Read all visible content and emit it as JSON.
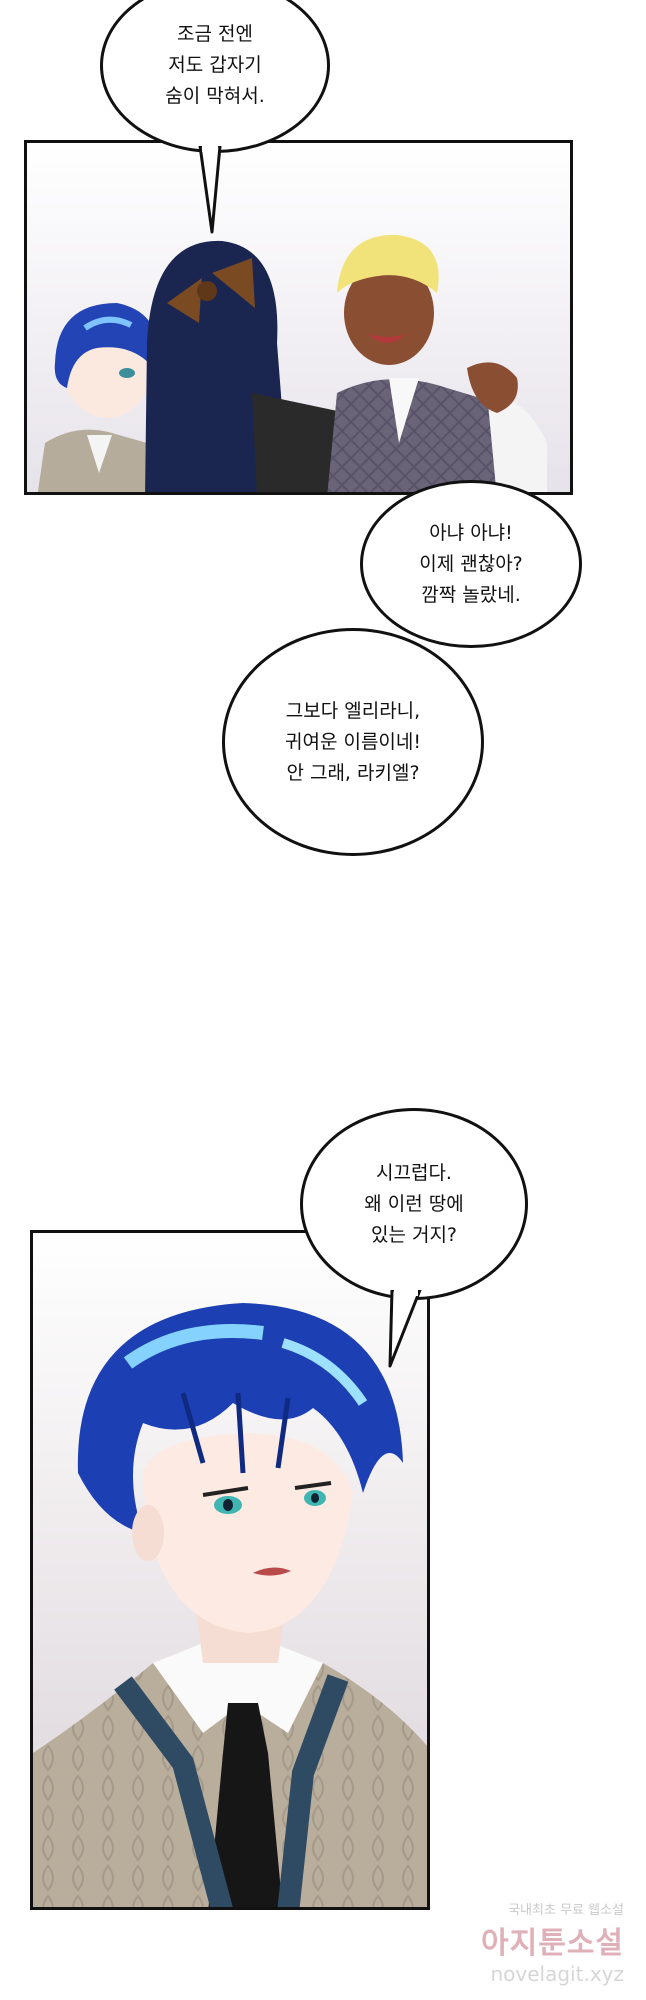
{
  "bubbles": {
    "b1": "조금 전엔\n저도 갑자기\n숨이 막혀서.",
    "b2": "아냐 아냐!\n이제 괜찮아?\n깜짝 놀랐네.",
    "b3": "그보다 엘리라니,\n귀여운 이름이네!\n안 그래, 라키엘?",
    "b4": "시끄럽다.\n왜 이런 땅에\n있는 거지?"
  },
  "watermark": {
    "line1": "국내최초 무료 웹소설",
    "line2": "아지툰소설",
    "line3": "novelagit.xyz"
  }
}
